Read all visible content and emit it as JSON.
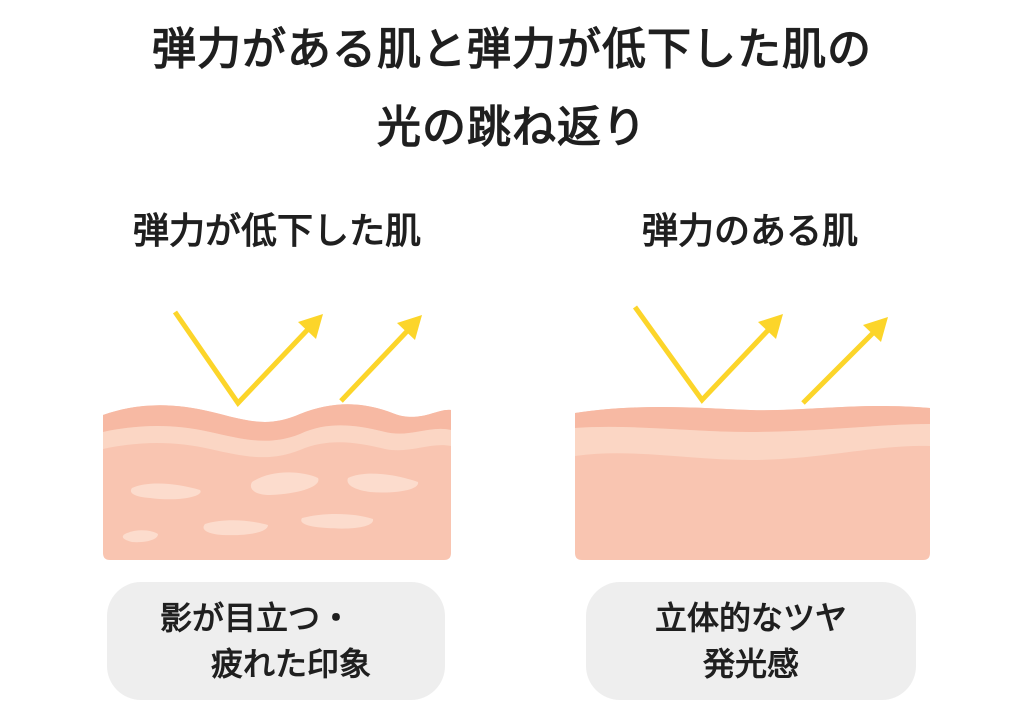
{
  "title": {
    "line1": "弾力がある肌と弾力が低下した肌の",
    "line2": "光の跳ね返り"
  },
  "panels": {
    "left": {
      "heading": "弾力が低下した肌",
      "caption_line1": "影が目立つ・",
      "caption_line2": "疲れた印象"
    },
    "right": {
      "heading": "弾力のある肌",
      "caption_line1": "立体的なツヤ",
      "caption_line2": "発光感"
    }
  },
  "colors": {
    "skin_top": "#f7b9a3",
    "skin_band": "#fbd6c4",
    "skin_body": "#f9c5b1",
    "skin_patch": "#fcdccd",
    "light_arrow": "#fcd52a",
    "caption_bg": "#eeeeee",
    "text": "#1f1f1f"
  },
  "icons": {
    "light_ray": "arrow-icon"
  }
}
